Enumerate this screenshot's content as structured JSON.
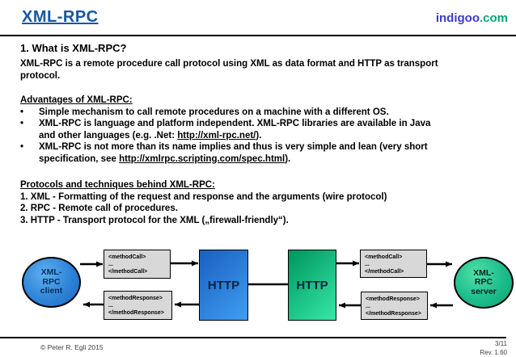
{
  "header": {
    "title": "XML-RPC",
    "brand_name": "indigoo",
    "brand_tld": ".com"
  },
  "content": {
    "section_title": "1. What is XML-RPC?",
    "intro_lines": [
      "XML-RPC is a remote procedure call protocol using XML as data format and HTTP as transport",
      "protocol."
    ],
    "bullet_char": "•",
    "advantages": {
      "heading": "Advantages of XML-RPC:",
      "items": [
        {
          "line1": "Simple mechanism to call remote procedures on a machine with a different OS."
        },
        {
          "line1": "XML-RPC is language and platform independent. XML-RPC libraries are available in Java",
          "line2_pre": "and other languages (e.g. .Net: ",
          "line2_link": "http://xml-rpc.net/",
          "line2_post": ")."
        },
        {
          "line1": "XML-RPC is not more than its name implies and thus is very simple and lean (very short",
          "line2_pre": "specification, see ",
          "line2_link": "http://xmlrpc.scripting.com/spec.html",
          "line2_post": ")."
        }
      ]
    },
    "protocols": {
      "heading": "Protocols and techniques behind XML-RPC:",
      "items": [
        "1. XML - Formatting of the request and response and the arguments (wire protocol)",
        "2. RPC - Remote call of procedures.",
        "3. HTTP - Transport protocol for the XML („firewall-friendly“)."
      ]
    }
  },
  "diagram": {
    "client_lines": [
      "XML-",
      "RPC",
      "client"
    ],
    "server_lines": [
      "XML-",
      "RPC",
      "server"
    ],
    "http_label": "HTTP",
    "call_lines": [
      "<methodCall>",
      "...",
      "</methodCall>"
    ],
    "response_lines": [
      "<methodResponse>",
      "...",
      "</methodResponse>"
    ]
  },
  "footer": {
    "copyright": "© Peter R. Egli 2015",
    "page": "3/11",
    "revision": "Rev. 1.60"
  },
  "colors": {
    "title_blue": "#1657a0",
    "brand_blue": "#3a3acc",
    "brand_green": "#00a878",
    "http_blue": "#2f86d6",
    "http_green": "#18c490",
    "client_fill": "#2e84d8",
    "server_fill": "#1cbd8b",
    "box_gray": "#d8d8d8",
    "arrow_black": "#000000"
  }
}
